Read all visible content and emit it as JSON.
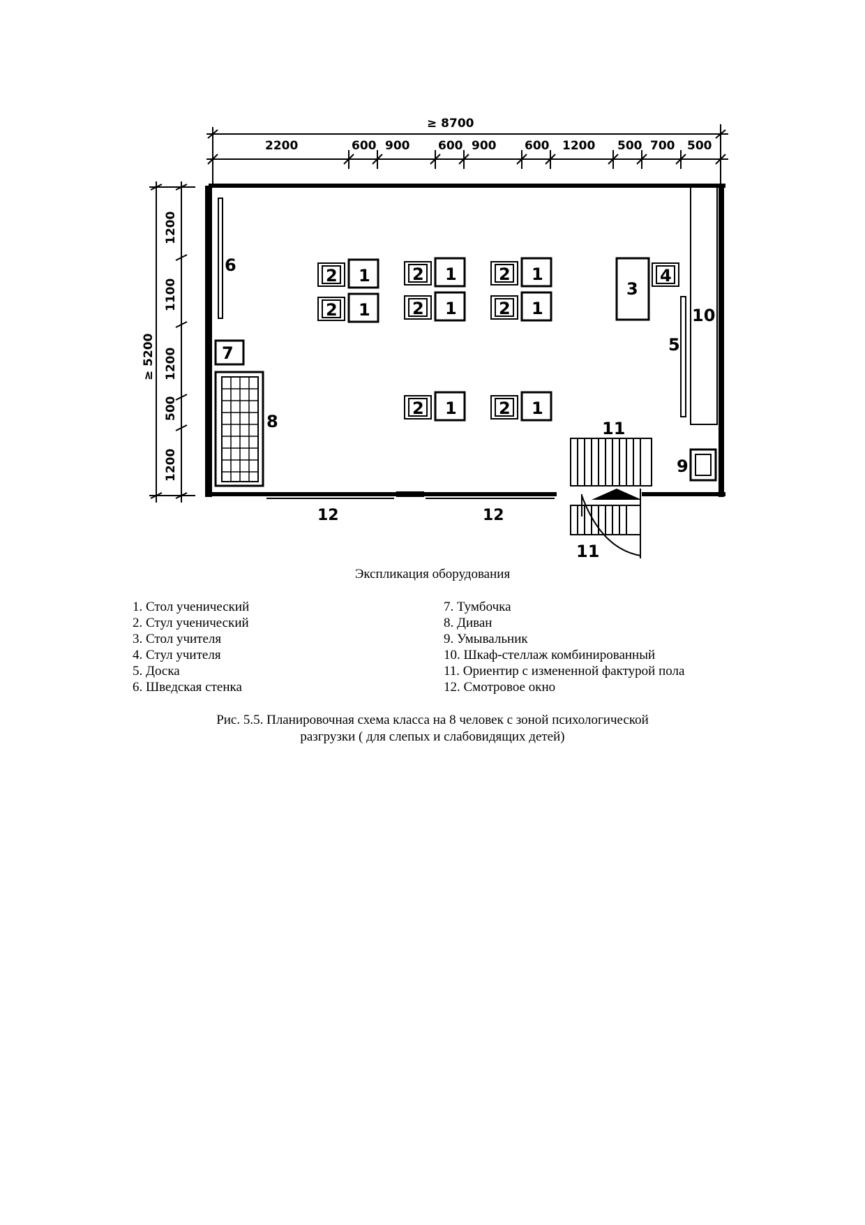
{
  "plan": {
    "overall_width": "≥ 8700",
    "overall_height": "≥ 5200",
    "top_dims": [
      "2200",
      "600",
      "900",
      "600",
      "900",
      "600",
      "1200",
      "500",
      "700",
      "500"
    ],
    "left_dims": [
      "1200",
      "1100",
      "1200",
      "500",
      "1200"
    ],
    "desk_label": "1",
    "chair_label": "2",
    "teacher_desk_label": "3",
    "teacher_chair_label": "4",
    "board_label": "5",
    "wall_bars_label": "6",
    "cabinet_label": "7",
    "sofa_label": "8",
    "sink_label": "9",
    "shelving_label": "10",
    "floor_guide_label": "11",
    "floor_guide_label_outer": "11",
    "window_label_left": "12",
    "window_label_right": "12"
  },
  "legend": {
    "title": "Экспликация оборудования",
    "items_left": [
      "1. Стол ученический",
      "2. Стул ученический",
      "3. Стол учителя",
      "4. Стул учителя",
      "5. Доска",
      "6. Шведская стенка"
    ],
    "items_right": [
      "7. Тумбочка",
      "8. Диван",
      "9. Умывальник",
      "10. Шкаф-стеллаж комбинированный",
      "11. Ориентир с измененной фактурой пола",
      "12. Смотровое окно"
    ]
  },
  "caption": {
    "line1": "Рис. 5.5. Планировочная схема класса на 8 человек с зоной психологической",
    "line2": "разгрузки ( для слепых и слабовидящих детей)"
  }
}
